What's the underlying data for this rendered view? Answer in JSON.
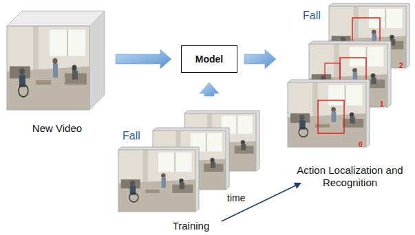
{
  "diagram": {
    "nodes": [
      {
        "text": [
          "New Video"
        ]
      },
      {
        "text": [
          "Model"
        ]
      },
      {
        "text": [
          "Fall",
          "Training"
        ]
      },
      {
        "text": [
          "Fall",
          "Action Localization and Recognition"
        ]
      }
    ],
    "edges": [
      {
        "from": 0,
        "to": 1,
        "arrow": "to"
      },
      {
        "from": 2,
        "to": 1,
        "arrow": "to"
      },
      {
        "from": 1,
        "to": 3,
        "arrow": "to"
      }
    ],
    "labels": [
      "time",
      "0",
      "1",
      "2"
    ]
  }
}
